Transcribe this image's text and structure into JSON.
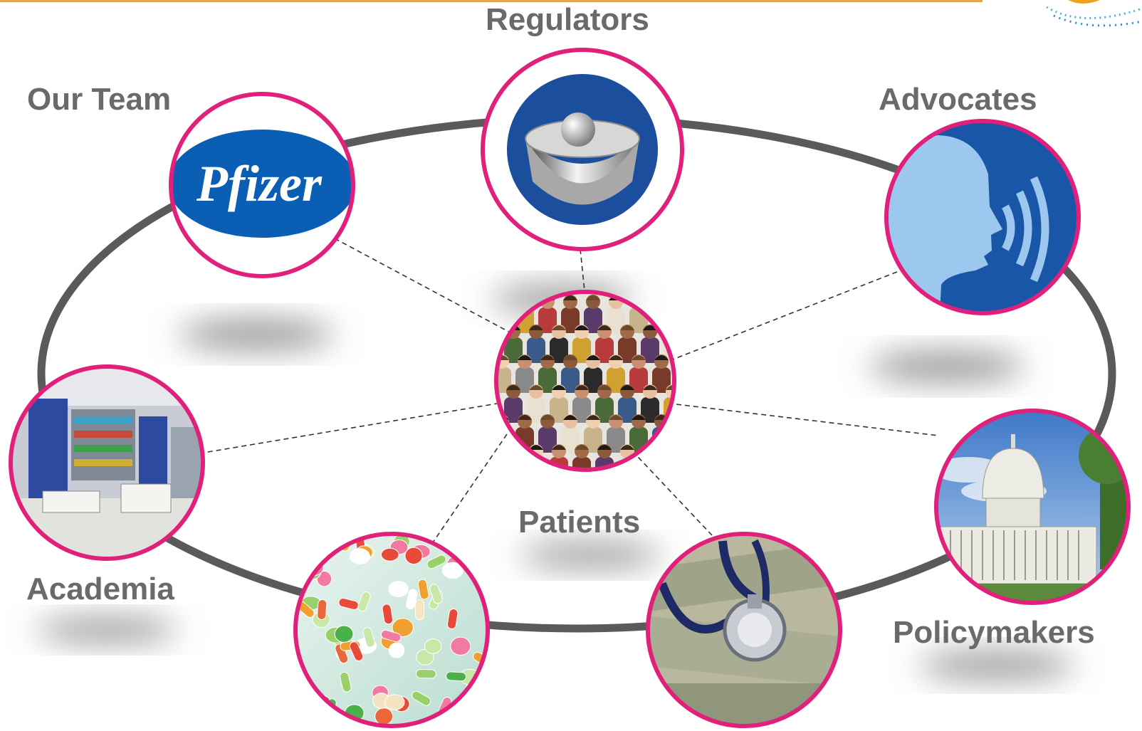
{
  "labels": {
    "regulators": "Regulators",
    "our_team": "Our Team",
    "advocates": "Advocates",
    "academia": "Academia",
    "patients": "Patients",
    "policymakers": "Policymakers"
  },
  "logos": {
    "pfizer_text": "Pfizer"
  },
  "colors": {
    "ring": "#5a5a5a",
    "circle_border": "#e0207a",
    "pfizer_blue": "#0a5fb4",
    "regulator_blue": "#1b4f9e",
    "advocate_blue": "#1a56a8",
    "advocate_face": "#9cc8f0",
    "label_gray": "#6a6a6a",
    "accent_orange": "#e3a54a"
  }
}
